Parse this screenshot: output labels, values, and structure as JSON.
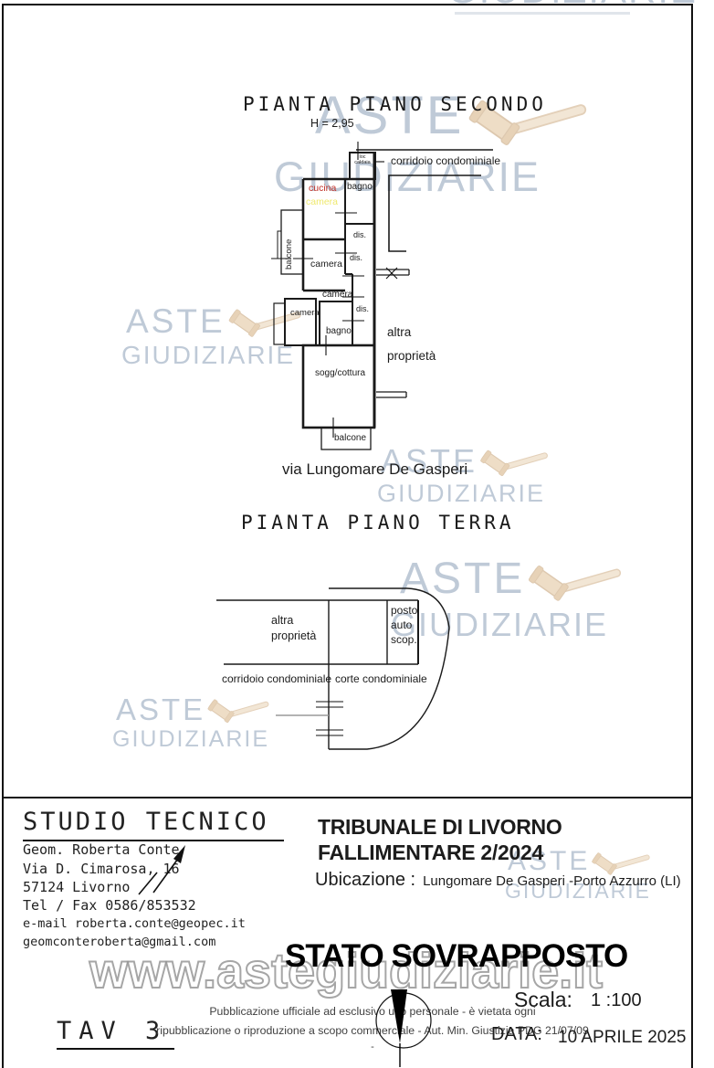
{
  "watermark": {
    "line1": "ASTE",
    "line2": "GIUDIZIARIE",
    "url": "www.astegiudiziarie.it"
  },
  "plan_secondo": {
    "title": "PIANTA PIANO SECONDO",
    "height_note": "H = 2,95",
    "street_caption": "via Lungomare De Gasperi",
    "labels": {
      "corridoio": "corridoio  condominiale",
      "caldaia": "loc\ncaldaia",
      "cucina": "cucina",
      "camera": "camera",
      "bagno": "bagno",
      "balcone": "balcone",
      "dis": "dis.",
      "altra": "altra\nproprietà",
      "sogg": "sogg/cottura"
    }
  },
  "plan_terra": {
    "title": "PIANTA PIANO TERRA",
    "labels": {
      "altra": "altra\nproprietà",
      "posto": "posto\nauto\nscop.",
      "corridoio": "corridoio  condominiale",
      "corte": "corte condominiale"
    }
  },
  "title_block": {
    "studio": {
      "title": "STUDIO TECNICO",
      "lines": [
        "Geom. Roberta Conte",
        "Via D. Cimarosa, 16",
        "57124 Livorno",
        "Tel / Fax 0586/853532",
        "e-mail roberta.conte@geopec.it",
        "geomconteroberta@gmail.com"
      ]
    },
    "court": {
      "line1": "TRIBUNALE DI LIVORNO",
      "line2": "FALLIMENTARE 2/2024",
      "ubicazione_label": "Ubicazione :",
      "ubicazione_value": "Lungomare De Gasperi  -Porto Azzurro (LI)"
    },
    "doc_title": "STATO SOVRAPPOSTO",
    "scala_label": "Scala:",
    "scala_value": "1 :100",
    "tav": "TAV 3",
    "data_label": "DATA:",
    "data_value": "10 APRILE 2025",
    "disclaimer_line1": "Pubblicazione ufficiale ad esclusivo uso personale - è vietata ogni",
    "disclaimer_line2": "ripubblicazione o riproduzione a scopo commerciale - Aut. Min. Giustizia PDG 21/07/09",
    "disclaimer_line3": "-"
  },
  "colors": {
    "overlay_red": "#c03028",
    "overlay_yellow": "#efe96e",
    "watermark_blue": "#aebccd",
    "gavel_tan": "#e8cfae",
    "wall_black": "#1a1a1a"
  }
}
